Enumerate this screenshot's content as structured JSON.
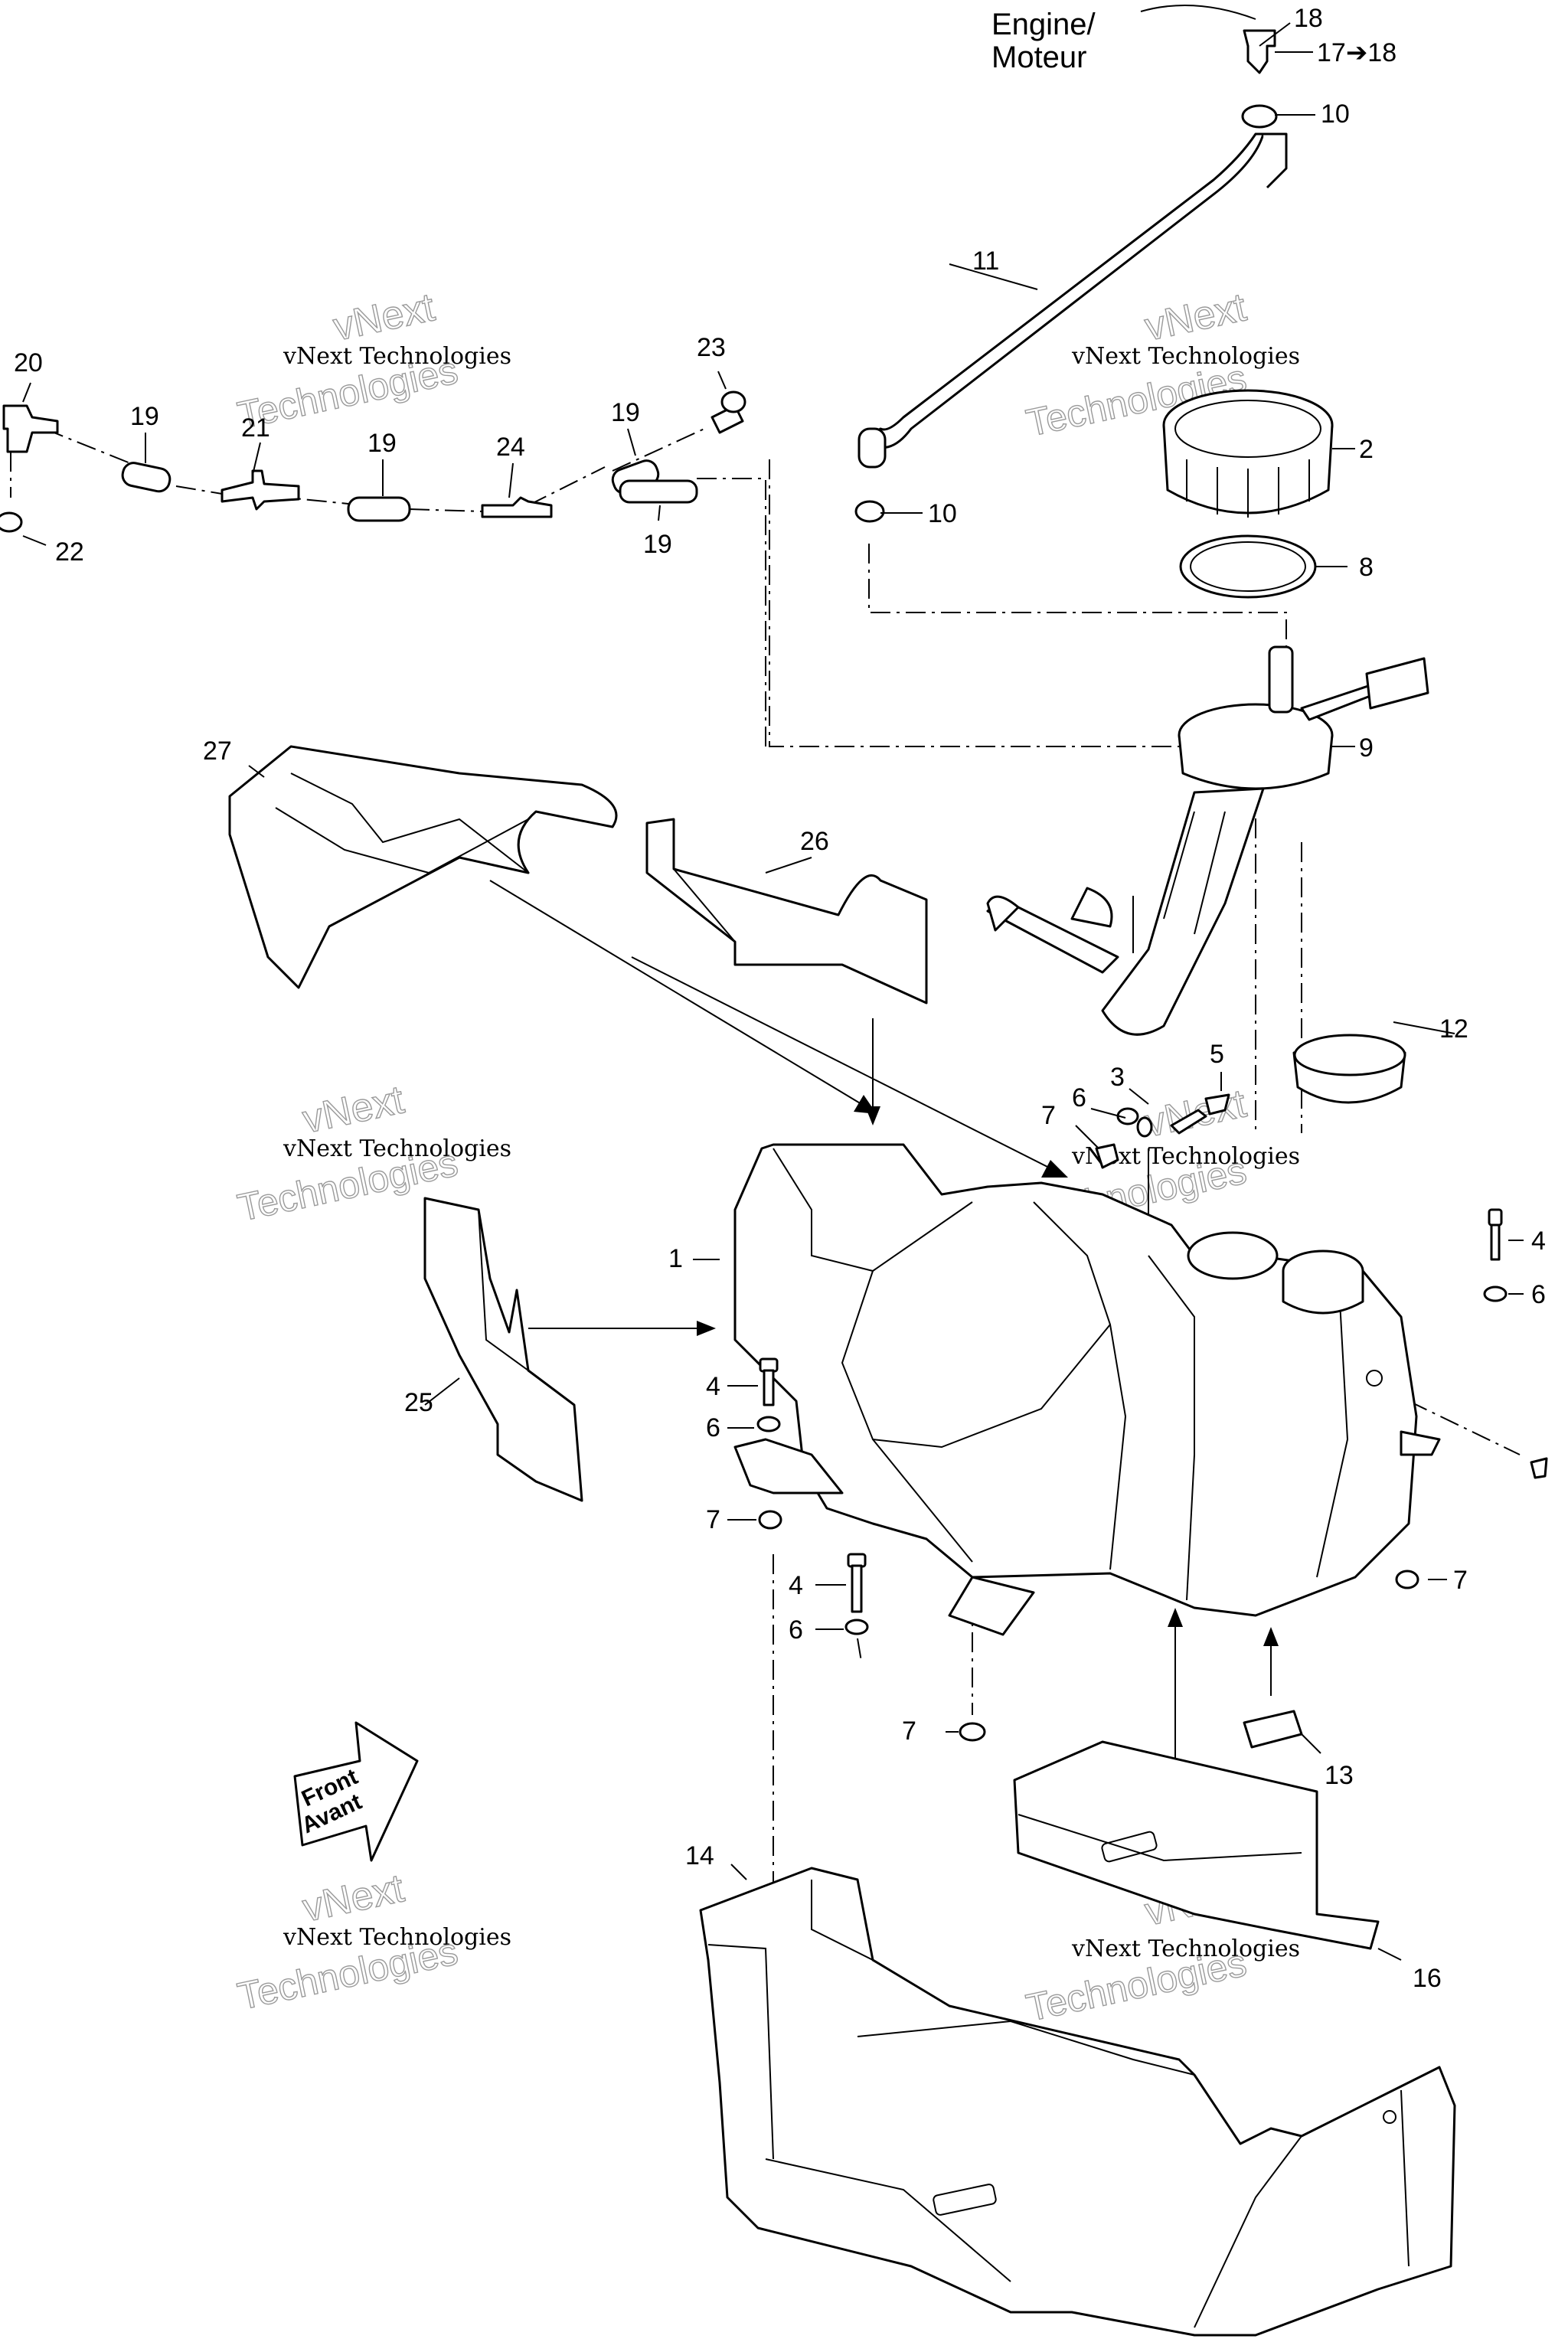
{
  "diagram": {
    "engine_label": [
      "Engine/",
      "Moteur"
    ],
    "watermark": {
      "company": "vNext Technologies",
      "big1": "vNext",
      "big2": "Technologies"
    },
    "front_label": [
      "Front",
      "Avant"
    ],
    "callouts": [
      {
        "id": "c18a",
        "text": "18"
      },
      {
        "id": "c17",
        "text": "17➔18"
      },
      {
        "id": "c10a",
        "text": "10"
      },
      {
        "id": "c11",
        "text": "11"
      },
      {
        "id": "c2",
        "text": "2"
      },
      {
        "id": "c10b",
        "text": "10"
      },
      {
        "id": "c8",
        "text": "8"
      },
      {
        "id": "c9",
        "text": "9"
      },
      {
        "id": "c20",
        "text": "20"
      },
      {
        "id": "c19a",
        "text": "19"
      },
      {
        "id": "c21",
        "text": "21"
      },
      {
        "id": "c19b",
        "text": "19"
      },
      {
        "id": "c24",
        "text": "24"
      },
      {
        "id": "c19c",
        "text": "19"
      },
      {
        "id": "c23",
        "text": "23"
      },
      {
        "id": "c19d",
        "text": "19"
      },
      {
        "id": "c22",
        "text": "22"
      },
      {
        "id": "c27",
        "text": "27"
      },
      {
        "id": "c26",
        "text": "26"
      },
      {
        "id": "c5",
        "text": "5"
      },
      {
        "id": "c3",
        "text": "3"
      },
      {
        "id": "c6a",
        "text": "6"
      },
      {
        "id": "c7a",
        "text": "7"
      },
      {
        "id": "c12",
        "text": "12"
      },
      {
        "id": "c1",
        "text": "1"
      },
      {
        "id": "c4a",
        "text": "4"
      },
      {
        "id": "c6b",
        "text": "6"
      },
      {
        "id": "c4b",
        "text": "4"
      },
      {
        "id": "c6c",
        "text": "6"
      },
      {
        "id": "c25",
        "text": "25"
      },
      {
        "id": "c7b",
        "text": "7"
      },
      {
        "id": "c7c",
        "text": "7"
      },
      {
        "id": "c4c",
        "text": "4"
      },
      {
        "id": "c6d",
        "text": "6"
      },
      {
        "id": "c7d",
        "text": "7"
      },
      {
        "id": "c13",
        "text": "13"
      },
      {
        "id": "c14",
        "text": "14"
      },
      {
        "id": "c16",
        "text": "16"
      }
    ]
  }
}
